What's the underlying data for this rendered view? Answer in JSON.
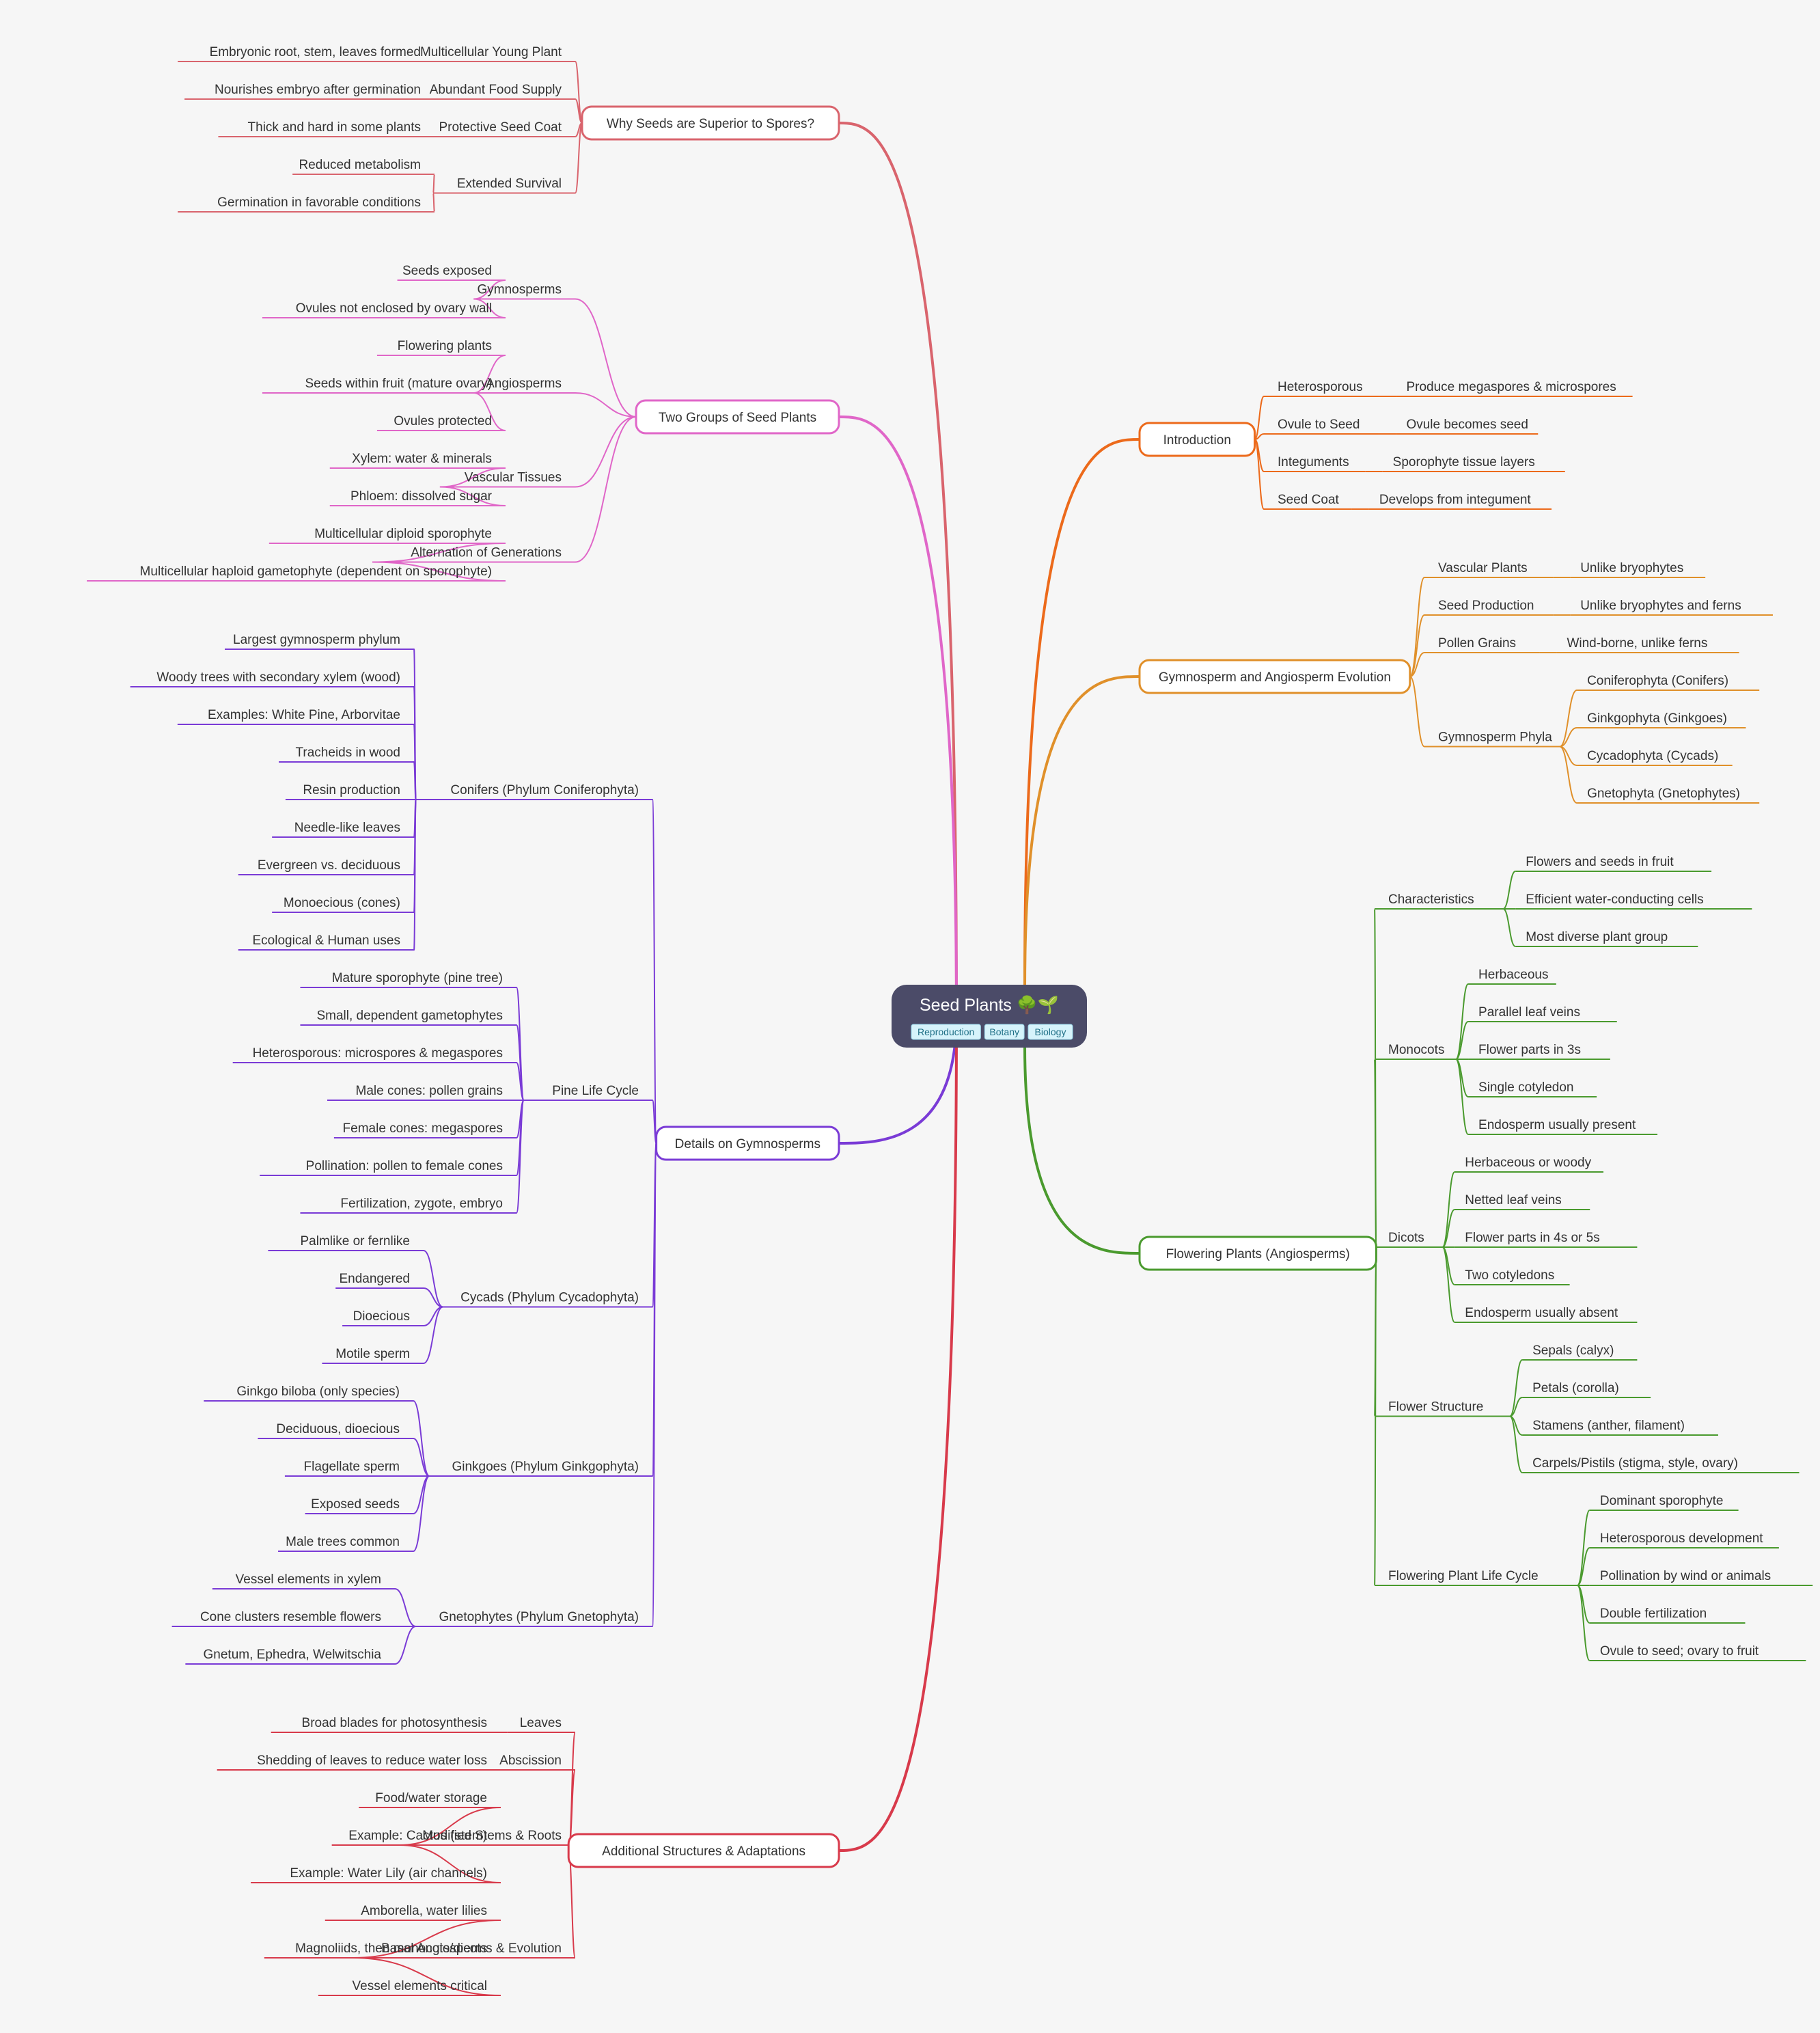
{
  "root": {
    "title": "Seed Plants 🌳🌱",
    "tags": [
      "Reproduction",
      "Botany",
      "Biology"
    ]
  },
  "branches": [
    {
      "label": "Why Seeds are Superior to Spores?",
      "side": "left",
      "color": "#d9646d",
      "children": [
        {
          "label": "Multicellular Young Plant",
          "children": [
            {
              "label": "Embryonic root, stem, leaves formed"
            }
          ]
        },
        {
          "label": "Abundant Food Supply",
          "children": [
            {
              "label": "Nourishes embryo after germination"
            }
          ]
        },
        {
          "label": "Protective Seed Coat",
          "children": [
            {
              "label": "Thick and hard in some plants"
            }
          ]
        },
        {
          "label": "Extended Survival",
          "children": [
            {
              "label": "Reduced metabolism"
            },
            {
              "label": "Germination in favorable conditions"
            }
          ]
        }
      ]
    },
    {
      "label": "Two Groups of Seed Plants",
      "side": "left",
      "color": "#e066c8",
      "children": [
        {
          "label": "Gymnosperms",
          "children": [
            {
              "label": "Seeds exposed"
            },
            {
              "label": "Ovules not enclosed by ovary wall"
            }
          ]
        },
        {
          "label": "Angiosperms",
          "children": [
            {
              "label": "Flowering plants"
            },
            {
              "label": "Seeds within fruit (mature ovary)"
            },
            {
              "label": "Ovules protected"
            }
          ]
        },
        {
          "label": "Vascular Tissues",
          "children": [
            {
              "label": "Xylem: water & minerals"
            },
            {
              "label": "Phloem: dissolved sugar"
            }
          ]
        },
        {
          "label": "Alternation of Generations",
          "children": [
            {
              "label": "Multicellular diploid sporophyte"
            },
            {
              "label": "Multicellular haploid gametophyte (dependent on sporophyte)"
            }
          ]
        }
      ]
    },
    {
      "label": "Details on Gymnosperms",
      "side": "left",
      "color": "#7a3bd6",
      "children": [
        {
          "label": "Conifers (Phylum Coniferophyta)",
          "children": [
            {
              "label": "Largest gymnosperm phylum"
            },
            {
              "label": "Woody trees with secondary xylem (wood)"
            },
            {
              "label": "Examples: White Pine, Arborvitae"
            },
            {
              "label": "Tracheids in wood"
            },
            {
              "label": "Resin production"
            },
            {
              "label": "Needle-like leaves"
            },
            {
              "label": "Evergreen vs. deciduous"
            },
            {
              "label": "Monoecious (cones)"
            },
            {
              "label": "Ecological & Human uses"
            }
          ]
        },
        {
          "label": "Pine Life Cycle",
          "children": [
            {
              "label": "Mature sporophyte (pine tree)"
            },
            {
              "label": "Small, dependent gametophytes"
            },
            {
              "label": "Heterosporous: microspores & megaspores"
            },
            {
              "label": "Male cones: pollen grains"
            },
            {
              "label": "Female cones: megaspores"
            },
            {
              "label": "Pollination: pollen to female cones"
            },
            {
              "label": "Fertilization, zygote, embryo"
            }
          ]
        },
        {
          "label": "Cycads (Phylum Cycadophyta)",
          "children": [
            {
              "label": "Palmlike or fernlike"
            },
            {
              "label": "Endangered"
            },
            {
              "label": "Dioecious"
            },
            {
              "label": "Motile sperm"
            }
          ]
        },
        {
          "label": "Ginkgoes (Phylum Ginkgophyta)",
          "children": [
            {
              "label": "Ginkgo biloba (only species)"
            },
            {
              "label": "Deciduous, dioecious"
            },
            {
              "label": "Flagellate sperm"
            },
            {
              "label": "Exposed seeds"
            },
            {
              "label": "Male trees common"
            }
          ]
        },
        {
          "label": "Gnetophytes (Phylum Gnetophyta)",
          "children": [
            {
              "label": "Vessel elements in xylem"
            },
            {
              "label": "Cone clusters resemble flowers"
            },
            {
              "label": "Gnetum, Ephedra, Welwitschia"
            }
          ]
        }
      ]
    },
    {
      "label": "Additional Structures & Adaptations",
      "side": "left",
      "color": "#d83a4b",
      "children": [
        {
          "label": "Leaves",
          "children": [
            {
              "label": "Broad blades for photosynthesis"
            }
          ]
        },
        {
          "label": "Abscission",
          "children": [
            {
              "label": "Shedding of leaves to reduce water loss"
            }
          ]
        },
        {
          "label": "Modified Stems & Roots",
          "children": [
            {
              "label": "Food/water storage"
            },
            {
              "label": "Example: Cactus (stem)"
            },
            {
              "label": "Example: Water Lily (air channels)"
            }
          ]
        },
        {
          "label": "Basal Angiosperms & Evolution",
          "children": [
            {
              "label": "Amborella, water lilies"
            },
            {
              "label": "Magnoliids, then monocots/dicots"
            },
            {
              "label": "Vessel elements critical"
            }
          ]
        }
      ]
    },
    {
      "label": "Introduction",
      "side": "right",
      "color": "#ec6a1b",
      "children": [
        {
          "label": "Heterosporous",
          "children": [
            {
              "label": "Produce megaspores & microspores"
            }
          ]
        },
        {
          "label": "Ovule to Seed",
          "children": [
            {
              "label": "Ovule becomes seed"
            }
          ]
        },
        {
          "label": "Integuments",
          "children": [
            {
              "label": "Sporophyte tissue layers"
            }
          ]
        },
        {
          "label": "Seed Coat",
          "children": [
            {
              "label": "Develops from integument"
            }
          ]
        }
      ]
    },
    {
      "label": "Gymnosperm and Angiosperm Evolution",
      "side": "right",
      "color": "#e0902a",
      "children": [
        {
          "label": "Vascular Plants",
          "children": [
            {
              "label": "Unlike bryophytes"
            }
          ]
        },
        {
          "label": "Seed Production",
          "children": [
            {
              "label": "Unlike bryophytes and ferns"
            }
          ]
        },
        {
          "label": "Pollen Grains",
          "children": [
            {
              "label": "Wind-borne, unlike ferns"
            }
          ]
        },
        {
          "label": "Gymnosperm Phyla",
          "children": [
            {
              "label": "Coniferophyta (Conifers)"
            },
            {
              "label": "Ginkgophyta (Ginkgoes)"
            },
            {
              "label": "Cycadophyta (Cycads)"
            },
            {
              "label": "Gnetophyta (Gnetophytes)"
            }
          ]
        }
      ]
    },
    {
      "label": "Flowering Plants (Angiosperms)",
      "side": "right",
      "color": "#4a9a2e",
      "children": [
        {
          "label": "Characteristics",
          "children": [
            {
              "label": "Flowers and seeds in fruit"
            },
            {
              "label": "Efficient water-conducting cells"
            },
            {
              "label": "Most diverse plant group"
            }
          ]
        },
        {
          "label": "Monocots",
          "children": [
            {
              "label": "Herbaceous"
            },
            {
              "label": "Parallel leaf veins"
            },
            {
              "label": "Flower parts in 3s"
            },
            {
              "label": "Single cotyledon"
            },
            {
              "label": "Endosperm usually present"
            }
          ]
        },
        {
          "label": "Dicots",
          "children": [
            {
              "label": "Herbaceous or woody"
            },
            {
              "label": "Netted leaf veins"
            },
            {
              "label": "Flower parts in 4s or 5s"
            },
            {
              "label": "Two cotyledons"
            },
            {
              "label": "Endosperm usually absent"
            }
          ]
        },
        {
          "label": "Flower Structure",
          "children": [
            {
              "label": "Sepals (calyx)"
            },
            {
              "label": "Petals (corolla)"
            },
            {
              "label": "Stamens (anther, filament)"
            },
            {
              "label": "Carpels/Pistils (stigma, style, ovary)"
            }
          ]
        },
        {
          "label": "Flowering Plant Life Cycle",
          "children": [
            {
              "label": "Dominant sporophyte"
            },
            {
              "label": "Heterosporous development"
            },
            {
              "label": "Pollination by wind or animals"
            },
            {
              "label": "Double fertilization"
            },
            {
              "label": "Ovule to seed; ovary to fruit"
            }
          ]
        }
      ]
    }
  ]
}
